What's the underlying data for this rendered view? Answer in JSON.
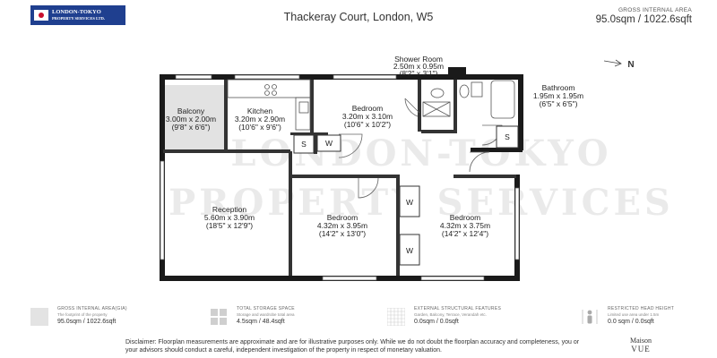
{
  "header": {
    "logo_line1": "LONDON-TOKYO",
    "logo_line2": "PROPERTY SERVICES LTD.",
    "address": "Thackeray Court, London, W5",
    "gia_label": "GROSS INTERNAL AREA",
    "gia_value": "95.0sqm / 1022.6sqft"
  },
  "compass": {
    "label": "N"
  },
  "watermark": {
    "line1": "LONDON-TOKYO",
    "line2": "PROPERTY SERVICES"
  },
  "rooms": {
    "balcony": {
      "name": "Balcony",
      "dims": "3.00m x 2.00m",
      "imperial": "(9'8\" x 6'6\")"
    },
    "kitchen": {
      "name": "Kitchen",
      "dims": "3.20m x 2.90m",
      "imperial": "(10'6\" x 9'6\")"
    },
    "bedroom_top": {
      "name": "Bedroom",
      "dims": "3.20m x 3.10m",
      "imperial": "(10'6\" x 10'2\")"
    },
    "shower": {
      "name": "Shower Room",
      "dims": "2.50m x 0.95m",
      "imperial": "(8'2\" x 3'1\")"
    },
    "bathroom": {
      "name": "Bathroom",
      "dims": "1.95m x 1.95m",
      "imperial": "(6'5\" x 6'5\")"
    },
    "reception": {
      "name": "Reception",
      "dims": "5.60m x 3.90m",
      "imperial": "(18'5\" x 12'9\")"
    },
    "bedroom_mid": {
      "name": "Bedroom",
      "dims": "4.32m x 3.95m",
      "imperial": "(14'2\" x 13'0\")"
    },
    "bedroom_right": {
      "name": "Bedroom",
      "dims": "4.32m x 3.75m",
      "imperial": "(14'2\" x 12'4\")"
    }
  },
  "markers": {
    "storage": "S",
    "wardrobe": "W"
  },
  "legend": [
    {
      "title": "GROSS INTERNAL AREA(GIA)",
      "sub": "The footprint of the property",
      "value": "95.0sqm / 1022.6sqft"
    },
    {
      "title": "TOTAL STORAGE SPACE",
      "sub": "Storage and wardrobe total area",
      "value": "4.5sqm / 48.4sqft"
    },
    {
      "title": "EXTERNAL STRUCTURAL FEATURES",
      "sub": "Garden, Balcony, Terrace, Verandah etc.",
      "value": "0.0sqm / 0.0sqft"
    },
    {
      "title": "RESTRICTED HEAD HEIGHT",
      "sub": "Limited use area under 1.5m",
      "value": "0.0 sqm / 0.0sqft"
    }
  ],
  "footer": {
    "disclaimer": "Disclaimer: Floorplan measurements are approximate and are for illustrative purposes only. While we do not doubt the floorplan accuracy and completeness, you or your advisors should conduct a careful, independent investigation of the property in respect of monetary valuation.",
    "brand_line1": "Maison",
    "brand_line2": "VUE"
  }
}
